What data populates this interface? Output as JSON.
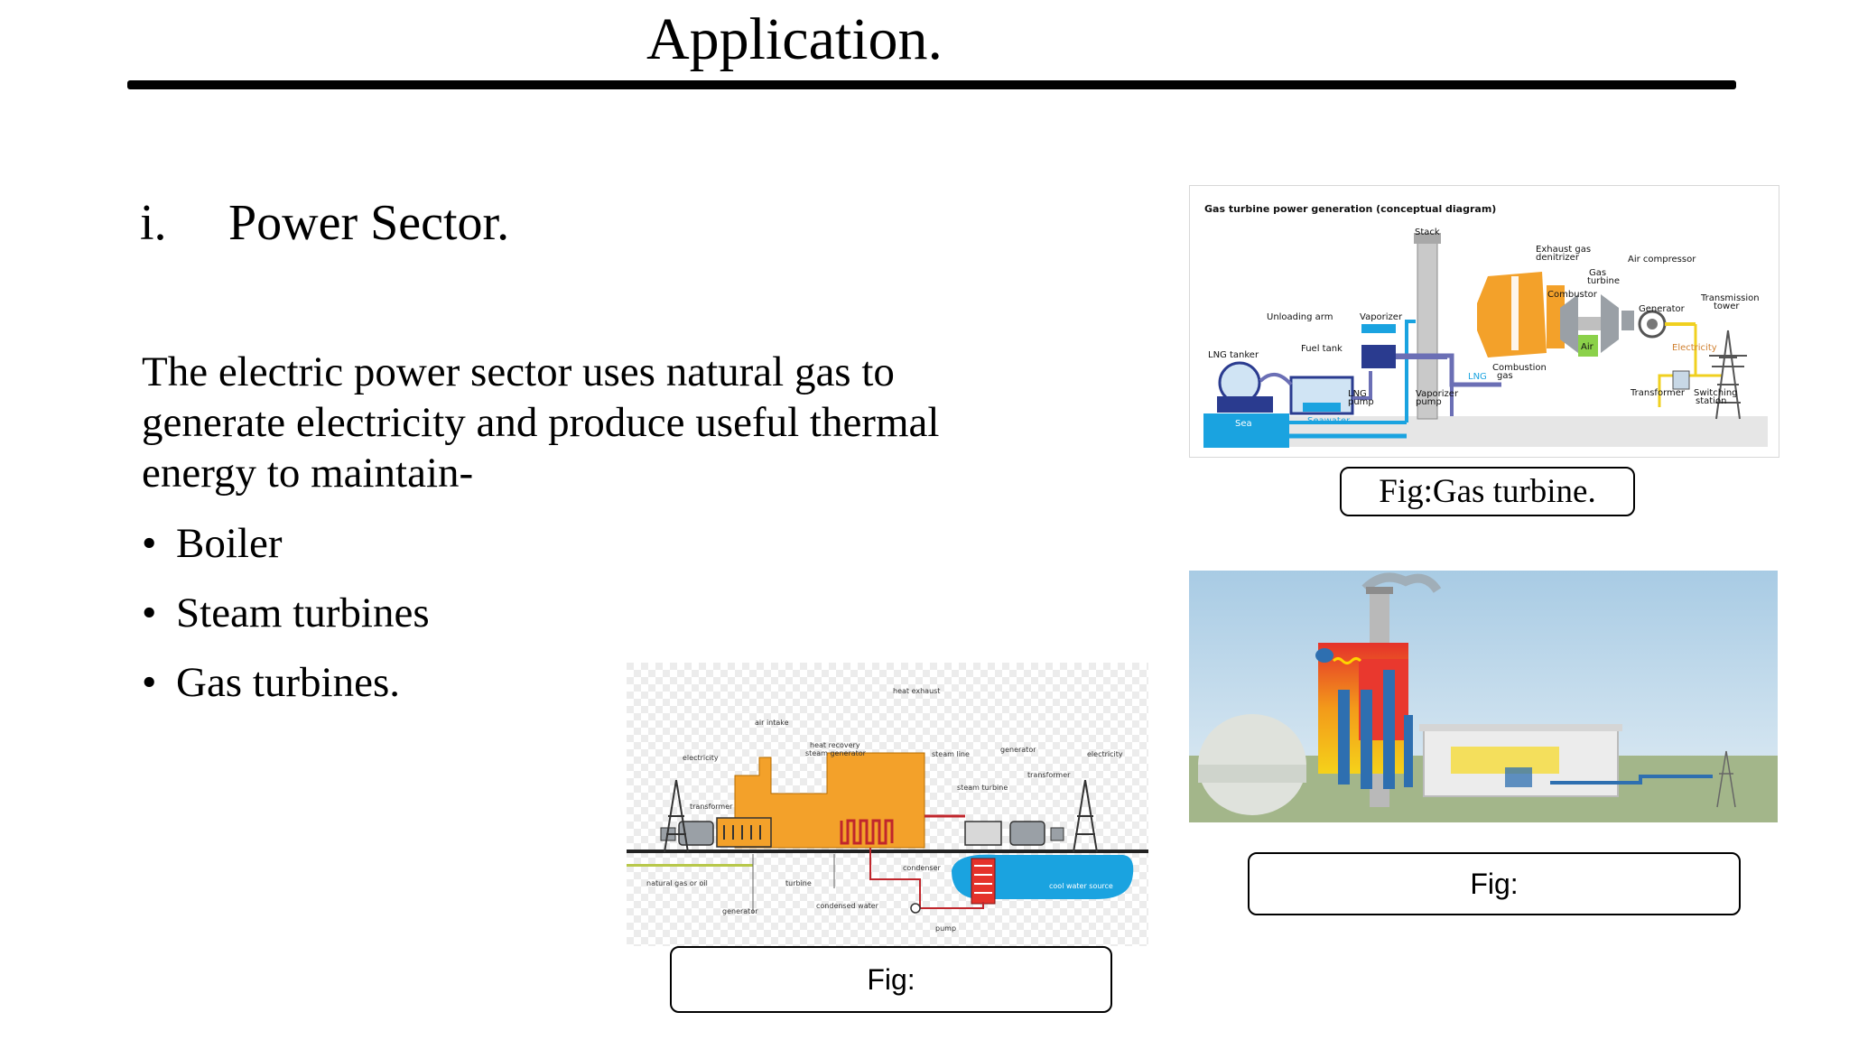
{
  "slide": {
    "title": "Application.",
    "section_number": "i.",
    "section_title": "Power Sector.",
    "paragraph": [
      "The electric power sector uses natural gas to",
      "generate electricity and produce useful thermal",
      "energy to maintain-"
    ],
    "bullet_glyph": "•",
    "bullets": [
      "Boiler",
      "Steam turbines",
      "Gas turbines."
    ]
  },
  "figures": {
    "gas_turbine": {
      "caption": "Fig:Gas turbine.",
      "labels": {
        "title": "Gas turbine power generation (conceptual diagram)",
        "stack": "Stack",
        "exhaust": "Exhaust gas",
        "denitrizer": "denitrizer",
        "gas": "Gas",
        "turbine": "turbine",
        "air_compressor": "Air compressor",
        "combustor": "Combustor",
        "transmission": "Transmission",
        "tower": "tower",
        "unloading_arm": "Unloading arm",
        "vaporizer": "Vaporizer",
        "generator": "Generator",
        "fuel_tank": "Fuel tank",
        "lng_tanker": "LNG tanker",
        "combustion": "Combustion",
        "gas_small": "gas",
        "lng": "LNG",
        "electricity": "Electricity",
        "air": "Air",
        "lng_pump_1": "LNG",
        "lng_pump_2": "pump",
        "vaporizer_pump_1": "Vaporizer",
        "vaporizer_pump_2": "pump",
        "transformer": "Transformer",
        "switching": "Switching",
        "station": "station",
        "sea": "Sea",
        "seawater": "Seawater"
      }
    },
    "combined_cycle": {
      "caption": "Fig:",
      "labels": {
        "heat_exhaust": "heat exhaust",
        "air_intake": "air intake",
        "heat_recovery_1": "heat recovery",
        "heat_recovery_2": "steam generator",
        "electricity_left": "electricity",
        "steam_line": "steam line",
        "generator_top": "generator",
        "electricity_right": "electricity",
        "steam_turbine": "steam turbine",
        "transformer_right": "transformer",
        "transformer_left": "transformer",
        "condenser": "condenser",
        "natural_gas": "natural gas or oil",
        "turbine": "turbine",
        "cool_water": "cool water source",
        "condensed_water": "condensed water",
        "generator_bottom": "generator",
        "pump": "pump"
      }
    },
    "plant_illustration": {
      "caption": "Fig:"
    }
  },
  "colors": {
    "orange": "#f3a12a",
    "blue": "#1aa3e0",
    "steel": "#9aa0a6",
    "red": "#c0262c"
  }
}
